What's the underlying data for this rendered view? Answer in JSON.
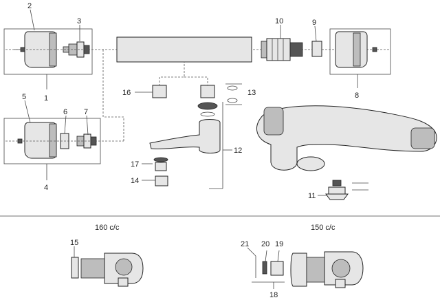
{
  "labels": {
    "l1": "1",
    "l2": "2",
    "l3": "3",
    "l4": "4",
    "l5": "5",
    "l6": "6",
    "l7": "7",
    "l8": "8",
    "l9": "9",
    "l10": "10",
    "l11": "11",
    "l12": "12",
    "l13": "13",
    "l14": "14",
    "l15": "15",
    "l16": "16",
    "l17": "17",
    "l18": "18",
    "l19": "19",
    "l20": "20",
    "l21": "21"
  },
  "sections": {
    "left": "160 c/c",
    "right": "150 c/c"
  }
}
